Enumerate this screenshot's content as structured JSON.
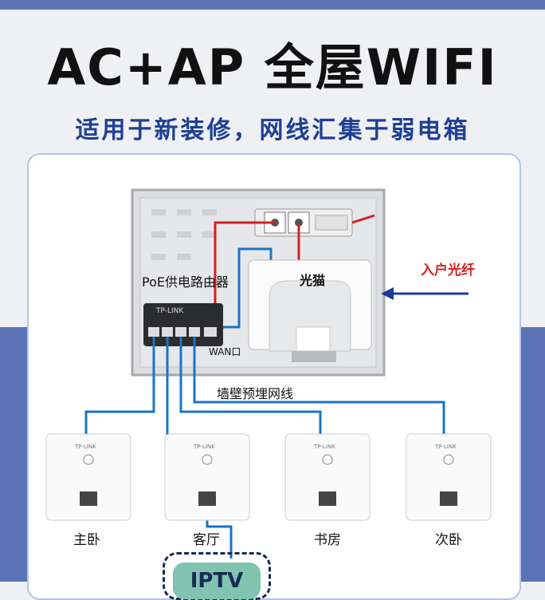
{
  "title": "AC+AP 全屋WIFI",
  "subtitle": "适用于新装修，网线汇集于弱电箱",
  "labels": {
    "router": "PoE供电路由器",
    "modem": "光猫",
    "fiber": "入户光纤",
    "wan": "WAN口",
    "cable": "墙壁预埋网线",
    "brand": "TP-LINK"
  },
  "rooms": [
    "主卧",
    "客厅",
    "书房",
    "次卧"
  ],
  "iptv": "IPTV",
  "colors": {
    "accent": "#1f3f95",
    "cable": "#1a73c8",
    "power": "#d42020",
    "band": "#5b74b8"
  }
}
